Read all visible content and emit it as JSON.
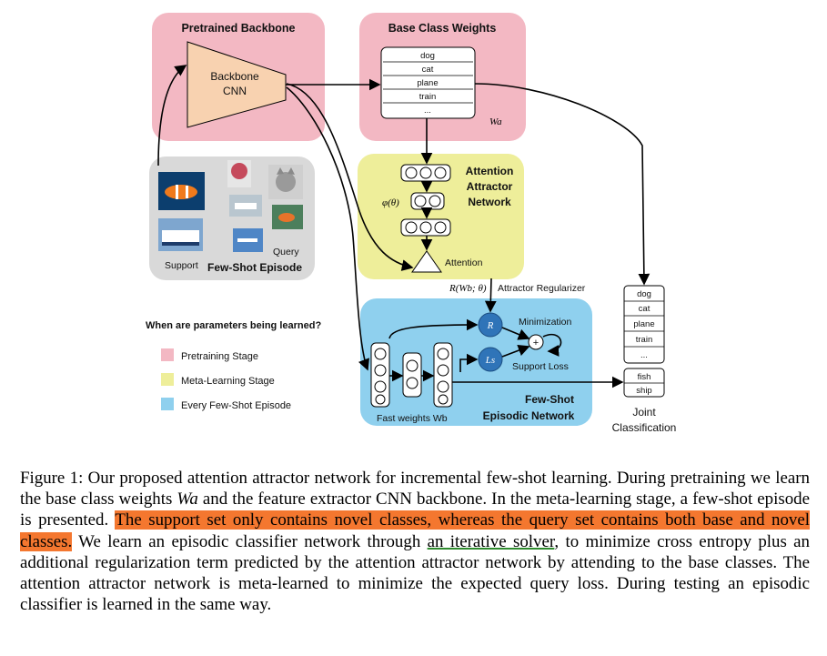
{
  "diagram": {
    "pretrained_backbone": {
      "title": "Pretrained Backbone",
      "cnn_line1": "Backbone",
      "cnn_line2": "CNN"
    },
    "base_class_weights": {
      "title": "Base Class Weights",
      "classes": [
        "dog",
        "cat",
        "plane",
        "train",
        "..."
      ],
      "weight_label": "Wa"
    },
    "attention_attractor": {
      "line1": "Attention",
      "line2": "Attractor",
      "line3": "Network",
      "phi_label": "φ(θ)",
      "attention_label": "Attention"
    },
    "few_shot_episode": {
      "title": "Few-Shot Episode",
      "support_label": "Support",
      "query_label": "Query"
    },
    "regularizer": {
      "formula": "R(Wb; θ)",
      "label": "Attractor Regularizer"
    },
    "episodic_network": {
      "line1": "Few-Shot",
      "line2": "Episodic Network",
      "fast_weights": "Fast weights Wb",
      "r_node": "R",
      "ls_node": "Ls",
      "plus_symbol": "+",
      "minimization": "Minimization",
      "support_loss": "Support Loss"
    },
    "legend": {
      "question": "When are parameters being learned?",
      "items": [
        {
          "label": "Pretraining Stage",
          "color": "#f3b8c3"
        },
        {
          "label": "Meta-Learning Stage",
          "color": "#eeee9a"
        },
        {
          "label": "Every Few-Shot Episode",
          "color": "#8fd0ee"
        }
      ]
    },
    "joint": {
      "classes": [
        "dog",
        "cat",
        "plane",
        "train",
        "...",
        "fish",
        "ship"
      ],
      "line1": "Joint",
      "line2": "Classification"
    }
  },
  "caption": {
    "part1": "Figure 1: Our proposed attention attractor network for incremental few-shot learning. During pretraining we learn the base class weights ",
    "wa": "Wa",
    "part2": " and the feature extractor CNN backbone. In the meta-learning stage, a few-shot episode is presented. ",
    "highlight": "The support set only contains novel classes, whereas the query set contains both base and novel classes.",
    "part3": " We learn an episodic classifier network through ",
    "underline": "an iterative solver",
    "part4": ", to minimize cross entropy plus an additional regularization term predicted by the attention attractor network by attending to the base classes. The attention attractor network is meta-learned to minimize the expected query loss. During testing an episodic classifier is learned in the same way."
  }
}
